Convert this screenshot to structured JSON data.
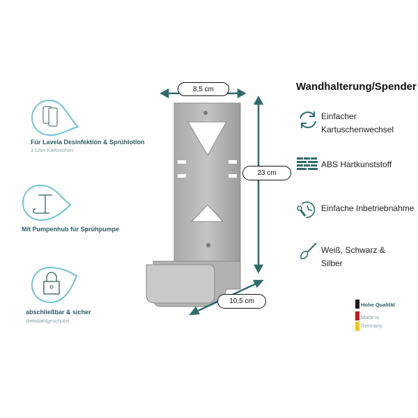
{
  "left_features": [
    {
      "title": "Für Lavela Desinfektion & Sprühlotion",
      "subtitle": "1-Liter Kartuschen",
      "icon": "cartridges-icon"
    },
    {
      "title": "Mit Pumpenhub für Sprühpumpe",
      "icon": "pump-icon"
    },
    {
      "title": "abschließbar & sicher",
      "subtitle": "diebstahlgeschützt",
      "icon": "lock-icon"
    }
  ],
  "dimensions": {
    "width": "8,5 cm",
    "height": "23 cm",
    "depth": "10,5 cm"
  },
  "right": {
    "title": "Wandhalterung/Spender",
    "features": [
      {
        "line1": "Einfacher",
        "line2": "Kartuschenwechsel",
        "icon": "refresh-icon"
      },
      {
        "line1": "ABS Hartkunststoff",
        "icon": "bricks-icon"
      },
      {
        "line1": "Einfache Inbetriebnahme",
        "icon": "clock-tool-icon"
      },
      {
        "line1": "Weiß, Schwarz &",
        "line2": "Silber",
        "icon": "brush-icon"
      }
    ]
  },
  "quality": {
    "line1": "Hohe Qualität",
    "line2": "Made in",
    "line3": "Germany"
  },
  "colors": {
    "accent": "#6fc3cf",
    "teal": "#2f5d62",
    "arrow": "#2f6b6b"
  }
}
